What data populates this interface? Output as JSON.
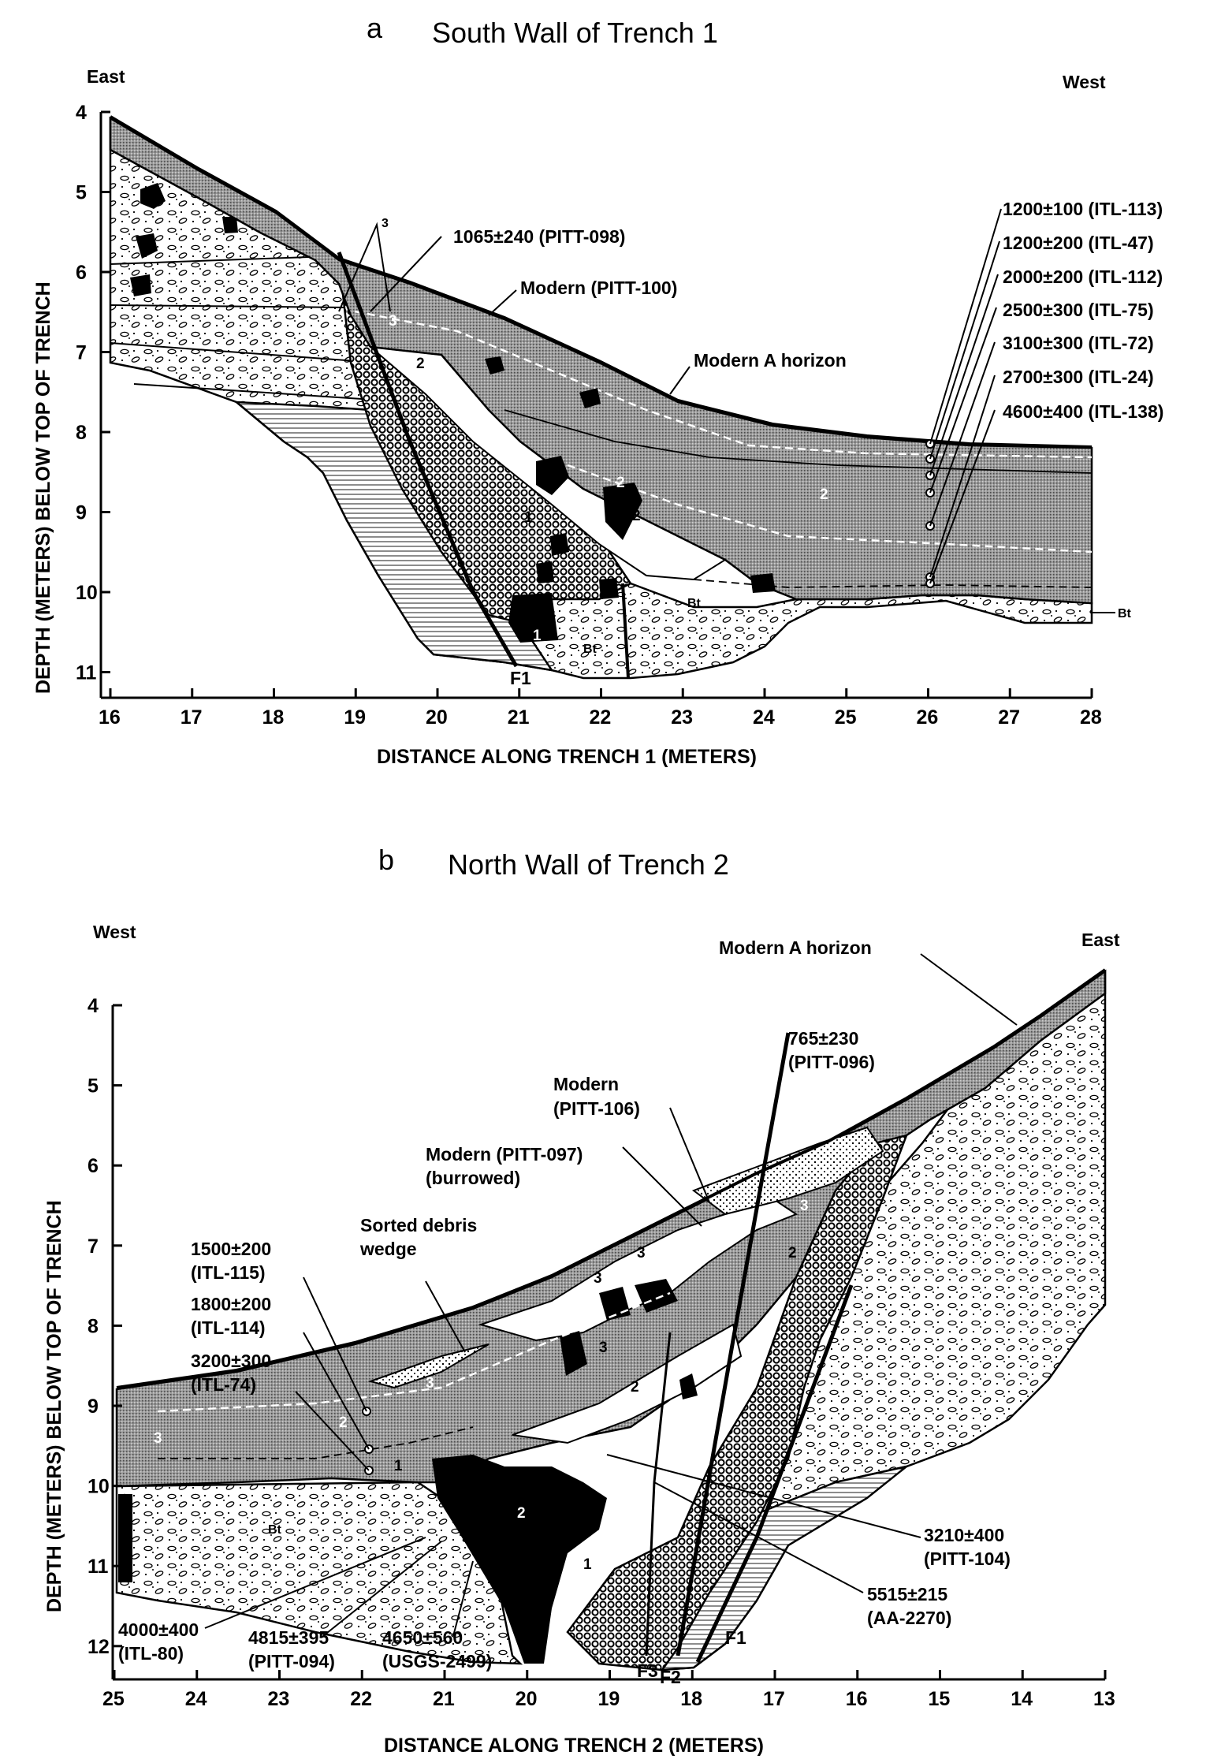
{
  "panel_a": {
    "letter": "a",
    "title": "South Wall of Trench 1",
    "left_dir": "East",
    "right_dir": "West",
    "ylabel": "DEPTH (METERS) BELOW TOP OF TRENCH",
    "xlabel": "DISTANCE ALONG TRENCH 1 (METERS)",
    "y_ticks": [
      "4",
      "5",
      "6",
      "7",
      "8",
      "9",
      "10",
      "11"
    ],
    "x_ticks": [
      "16",
      "17",
      "18",
      "19",
      "20",
      "21",
      "22",
      "23",
      "24",
      "25",
      "26",
      "27",
      "28"
    ],
    "labels": {
      "pitt098": "1065±240 (PITT-098)",
      "pitt100": "Modern (PITT-100)",
      "a_horizon": "Modern A horizon",
      "unit3_leader": "3",
      "fault": "F1",
      "bt": "Bt"
    },
    "ages": [
      "1200±100 (ITL-113)",
      "1200±200 (ITL-47)",
      "2000±200 (ITL-112)",
      "2500±300 (ITL-75)",
      "3100±300 (ITL-72)",
      "2700±300 (ITL-24)",
      "4600±400 (ITL-138)"
    ],
    "unit_numbers": [
      "1",
      "2",
      "3"
    ]
  },
  "panel_b": {
    "letter": "b",
    "title": "North Wall of Trench 2",
    "left_dir": "West",
    "right_dir": "East",
    "ylabel": "DEPTH (METERS) BELOW TOP OF TRENCH",
    "xlabel": "DISTANCE ALONG TRENCH 2 (METERS)",
    "y_ticks": [
      "4",
      "5",
      "6",
      "7",
      "8",
      "9",
      "10",
      "11",
      "12"
    ],
    "x_ticks": [
      "25",
      "24",
      "23",
      "22",
      "21",
      "20",
      "19",
      "18",
      "17",
      "16",
      "15",
      "14",
      "13"
    ],
    "labels": {
      "a_horizon": "Modern A horizon",
      "pitt096_a": "765±230",
      "pitt096_b": "(PITT-096)",
      "pitt106_a": "Modern",
      "pitt106_b": "(PITT-106)",
      "pitt097_a": "Modern (PITT-097)",
      "pitt097_b": "(burrowed)",
      "wedge_a": "Sorted debris",
      "wedge_b": "wedge",
      "itl115_a": "1500±200",
      "itl115_b": "(ITL-115)",
      "itl114_a": "1800±200",
      "itl114_b": "(ITL-114)",
      "itl74_a": "3200±300",
      "itl74_b": "(ITL-74)",
      "pitt104_a": "3210±400",
      "pitt104_b": "(PITT-104)",
      "aa2270_a": "5515±215",
      "aa2270_b": "(AA-2270)",
      "itl80_a": "4000±400",
      "itl80_b": "(ITL-80)",
      "pitt094_a": "4815±395",
      "pitt094_b": "(PITT-094)",
      "usgs_a": "4650±560",
      "usgs_b": "(USGS-2499)",
      "f1": "F1",
      "f2": "F2",
      "f3": "F3",
      "bt": "Bt"
    },
    "unit_numbers": [
      "1",
      "2",
      "3"
    ]
  },
  "colors": {
    "ink": "#000000",
    "paper": "#ffffff",
    "stipple_gray": "#8a8a8a"
  }
}
